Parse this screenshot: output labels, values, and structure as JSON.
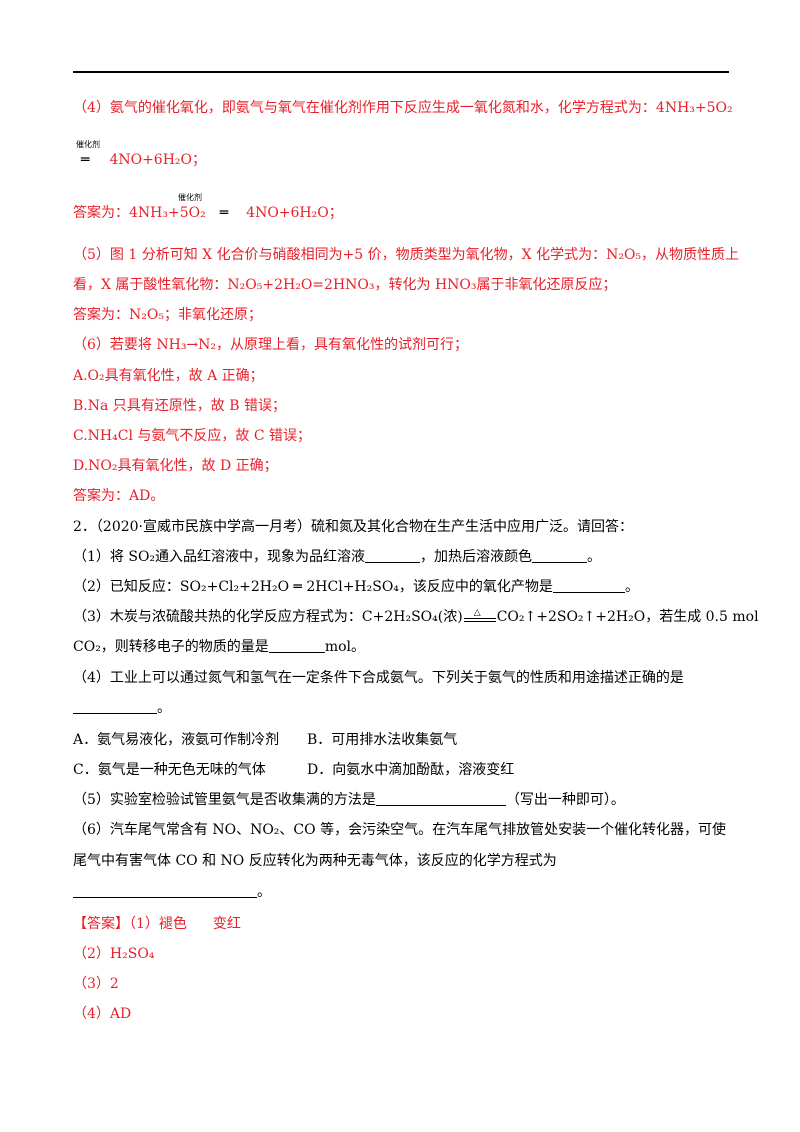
{
  "p4": {
    "prefix": "（4）氨气的催化氧化，即氨气与氧气在催化剂作用下反应生成一氧化氮和水，化学方程式为：",
    "formula": "4NH₃+5O₂",
    "catalyst": "催化剂",
    "eq_sign": "═",
    "product": "4NO+6H₂O；",
    "answer_prefix": "答案为：",
    "answer_formula": "4NH₃+5O₂",
    "answer_catalyst": "催化剂",
    "answer_product": "4NO+6H₂O；"
  },
  "p5": {
    "line1": "（5）图 1 分析可知 X 化合价与硝酸相同为+5 价，物质类型为氧化物，X 化学式为：N₂O₅，从物质性质上",
    "line2": "看，X 属于酸性氧化物：N₂O₅+2H₂O=2HNO₃，转化为 HNO₃属于非氧化还原反应；",
    "answer": "答案为：N₂O₅；非氧化还原；"
  },
  "p6": {
    "intro": "（6）若要将 NH₃→N₂，从原理上看，具有氧化性的试剂可行；",
    "a": "A.O₂具有氧化性，故 A 正确；",
    "b": "B.Na 只具有还原性，故 B 错误；",
    "c": "C.NH₄Cl 与氨气不反应，故 C 错误；",
    "d": "D.NO₂具有氧化性，故 D 正确；",
    "answer": "答案为：AD。"
  },
  "q2": {
    "stem": "2．（2020·宣威市民族中学高一月考）硫和氮及其化合物在生产生活中应用广泛。请回答：",
    "s1_a": "（1）将 SO₂通入品红溶液中，现象为品红溶液",
    "s1_b": "，加热后溶液颜色",
    "s1_c": "。",
    "s2_a": "（2）已知反应：SO₂+Cl₂+2H₂O ═ 2HCl+H₂SO₄，该反应中的氧化产物是",
    "s2_b": "。",
    "s3_a": "（3）木炭与浓硫酸共热的化学反应方程式为：C+2H₂SO₄(浓)",
    "s3_heat": "△",
    "s3_b": "CO₂↑+2SO₂↑+2H₂O，若生成 0.5 mol",
    "s3_c": "CO₂，则转移电子的物质的量是",
    "s3_d": "mol。",
    "s4": "（4）工业上可以通过氮气和氢气在一定条件下合成氨气。下列关于氨气的性质和用途描述正确的是",
    "s4_end": "。",
    "optA": "A．氨气易液化，液氨可作制冷剂",
    "optB": "B．可用排水法收集氨气",
    "optC": "C．氨气是一种无色无味的气体",
    "optD": "D．向氨水中滴加酚酞，溶液变红",
    "s5_a": "（5）实验室检验试管里氨气是否收集满的方法是",
    "s5_b": "（写出一种即可）。",
    "s6_a": "（6）汽车尾气常含有 NO、NO₂、CO 等，会污染空气。在汽车尾气排放管处安装一个催化转化器，可使",
    "s6_b": "尾气中有害气体 CO 和 NO 反应转化为两种无毒气体，该反应的化学方程式为",
    "s6_end": "。"
  },
  "answer": {
    "tag": "【答案】",
    "a1": "（1）褪色",
    "a1b": "变红",
    "a2": "（2）H₂SO₄",
    "a3": "（3）2",
    "a4": "（4）AD"
  }
}
